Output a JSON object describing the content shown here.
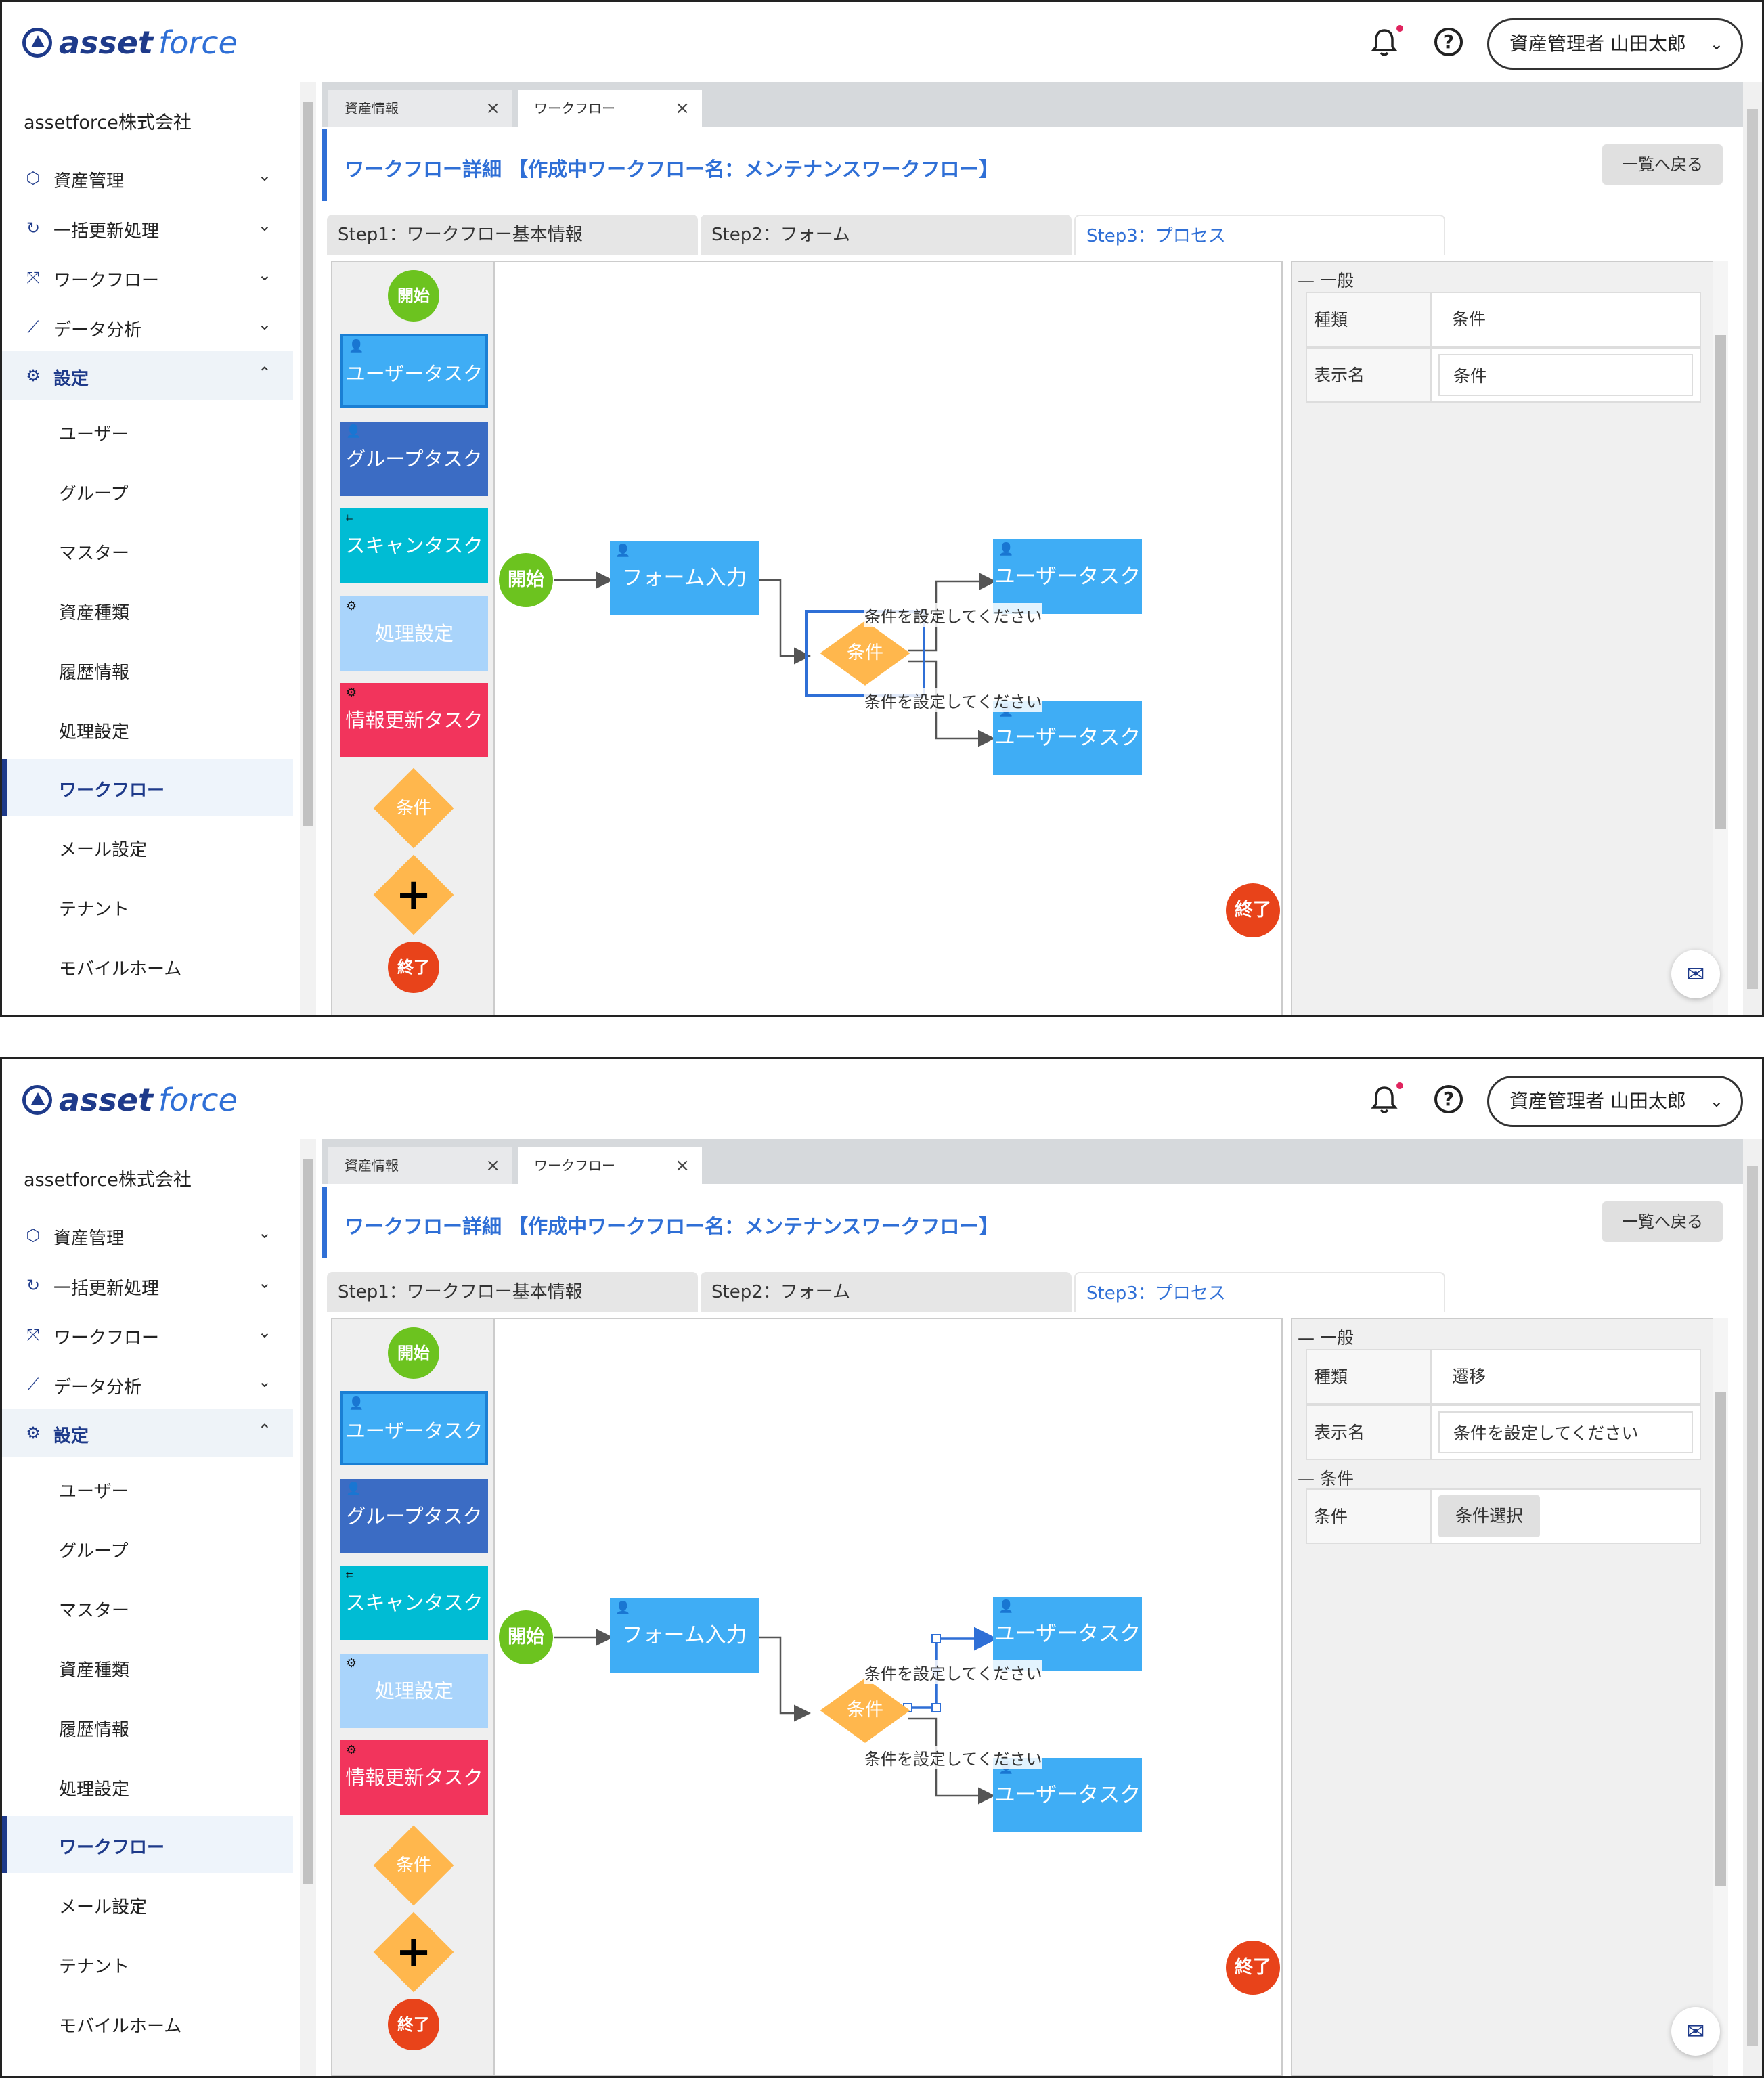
{
  "app": {
    "logo_asset": "asset",
    "logo_force": "force",
    "user_button": "資産管理者 山田太郎",
    "company": "assetforce株式会社"
  },
  "sidebar": {
    "groups": [
      {
        "label": "資産管理",
        "icon": "cube-icon"
      },
      {
        "label": "一括更新処理",
        "icon": "refresh-icon"
      },
      {
        "label": "ワークフロー",
        "icon": "workflow-icon"
      },
      {
        "label": "データ分析",
        "icon": "chart-icon"
      },
      {
        "label": "設定",
        "icon": "gear-icon"
      }
    ],
    "settings_items": [
      "ユーザー",
      "グループ",
      "マスター",
      "資産種類",
      "履歴情報",
      "処理設定",
      "ワークフロー",
      "メール設定",
      "テナント",
      "モバイルホーム"
    ]
  },
  "tabs": [
    {
      "label": "資産情報"
    },
    {
      "label": "ワークフロー"
    }
  ],
  "page": {
    "title": "ワークフロー詳細 【作成中ワークフロー名：メンテナンスワークフロー】",
    "back_button": "一覧へ戻る"
  },
  "steps": [
    "Step1：ワークフロー基本情報",
    "Step2：フォーム",
    "Step3：プロセス"
  ],
  "palette": {
    "start": "開始",
    "user_task": "ユーザータスク",
    "group_task": "グループタスク",
    "scan_task": "スキャンタスク",
    "process_setting": "処理設定",
    "info_update_task": "情報更新タスク",
    "condition": "条件",
    "end": "終了"
  },
  "flow": {
    "start": "開始",
    "form_input": "フォーム入力",
    "condition": "条件",
    "user_task_top": "ユーザータスク",
    "user_task_bottom": "ユーザータスク",
    "edge_label_top": "条件を設定してください",
    "edge_label_bottom": "条件を設定してください",
    "end": "終了"
  },
  "panel1_props": {
    "section_general": "一般",
    "type_key": "種類",
    "type_value": "条件",
    "name_key": "表示名",
    "name_value": "条件"
  },
  "panel2_props": {
    "section_general": "一般",
    "type_key": "種類",
    "type_value": "遷移",
    "name_key": "表示名",
    "name_value": "条件を設定してください",
    "section_condition": "条件",
    "cond_key": "条件",
    "cond_button": "条件選択"
  },
  "colors": {
    "start_green": "#6cc31f",
    "user_task_blue": "#3fadf5",
    "group_task_blue": "#3b6cc4",
    "scan_task_teal": "#00bcd4",
    "process_light": "#a9d4fb",
    "info_update_red": "#f2345c",
    "condition_orange": "#ffb74d",
    "end_red": "#e8431a",
    "accent": "#2f6fd6",
    "brand_navy": "#1e3a8a"
  }
}
